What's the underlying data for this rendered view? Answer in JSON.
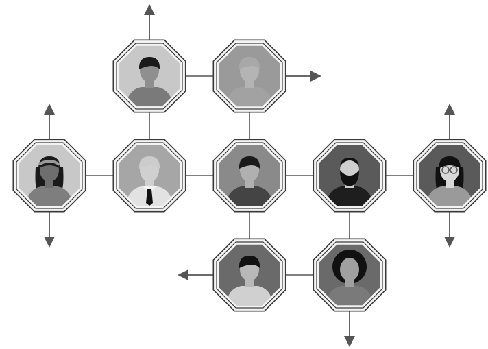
{
  "diagram": {
    "type": "people-network",
    "connector_color": "#555555",
    "arrow_color": "#555555",
    "nodes": [
      {
        "id": "woman-ponytail",
        "icon": "woman-ponytail-avatar-icon",
        "fill": "#c8c8c8",
        "skin": "#8f8f8f",
        "hair": "#1a1a1a",
        "shirt": "#7a7a7a",
        "hairstyle": "ponytail"
      },
      {
        "id": "faded-person",
        "icon": "faded-person-avatar-icon",
        "fill": "#9a9a9a",
        "skin": "#b4b4b4",
        "hair": "#a8a8a8",
        "shirt": "#a2a2a2",
        "hairstyle": "short"
      },
      {
        "id": "woman-headband",
        "icon": "woman-headband-avatar-icon",
        "fill": "#c8c8c8",
        "skin": "#6e6e6e",
        "hair": "#1a1a1a",
        "shirt": "#7e7e7e",
        "hairstyle": "long"
      },
      {
        "id": "man-tie",
        "icon": "man-tie-avatar-icon",
        "fill": "#a6a6a6",
        "skin": "#d0d0d0",
        "hair": "#cccccc",
        "shirt": "#e2e2e2",
        "hairstyle": "side"
      },
      {
        "id": "dark-hair-person",
        "icon": "dark-hair-person-avatar-icon",
        "fill": "#8a8a8a",
        "skin": "#b0b0b0",
        "hair": "#1a1a1a",
        "shirt": "#444444",
        "hairstyle": "short"
      },
      {
        "id": "bearded-man",
        "icon": "bearded-man-avatar-icon",
        "fill": "#5a5a5a",
        "skin": "#cfcfcf",
        "hair": "#111111",
        "shirt": "#1e1e1e",
        "hairstyle": "bald-beard"
      },
      {
        "id": "woman-glasses",
        "icon": "woman-glasses-avatar-icon",
        "fill": "#5a5a5a",
        "skin": "#d8d8d8",
        "hair": "#111111",
        "shirt": "#9a9a9a",
        "hairstyle": "long-glasses"
      },
      {
        "id": "man-shirt",
        "icon": "man-shirt-avatar-icon",
        "fill": "#6a6a6a",
        "skin": "#b8b8b8",
        "hair": "#111111",
        "shirt": "#d0d0d0",
        "hairstyle": "short"
      },
      {
        "id": "woman-afro",
        "icon": "woman-afro-avatar-icon",
        "fill": "#6a6a6a",
        "skin": "#a0a0a0",
        "hair": "#111111",
        "shirt": "#7a7a7a",
        "hairstyle": "afro"
      }
    ],
    "edges": [
      {
        "from": "woman-ponytail",
        "to": "faded-person"
      },
      {
        "from": "woman-ponytail",
        "to": "man-tie"
      },
      {
        "from": "faded-person",
        "to": "dark-hair-person"
      },
      {
        "from": "woman-headband",
        "to": "man-tie"
      },
      {
        "from": "man-tie",
        "to": "dark-hair-person"
      },
      {
        "from": "dark-hair-person",
        "to": "bearded-man"
      },
      {
        "from": "bearded-man",
        "to": "woman-glasses"
      },
      {
        "from": "dark-hair-person",
        "to": "man-shirt"
      },
      {
        "from": "bearded-man",
        "to": "woman-afro"
      },
      {
        "from": "man-shirt",
        "to": "woman-afro"
      }
    ],
    "outgoing_arrows": [
      {
        "node": "woman-ponytail",
        "direction": "up"
      },
      {
        "node": "faded-person",
        "direction": "right"
      },
      {
        "node": "woman-headband",
        "direction": "up"
      },
      {
        "node": "woman-headband",
        "direction": "down"
      },
      {
        "node": "woman-glasses",
        "direction": "up"
      },
      {
        "node": "woman-glasses",
        "direction": "down"
      },
      {
        "node": "man-shirt",
        "direction": "left"
      },
      {
        "node": "woman-afro",
        "direction": "down"
      }
    ]
  }
}
